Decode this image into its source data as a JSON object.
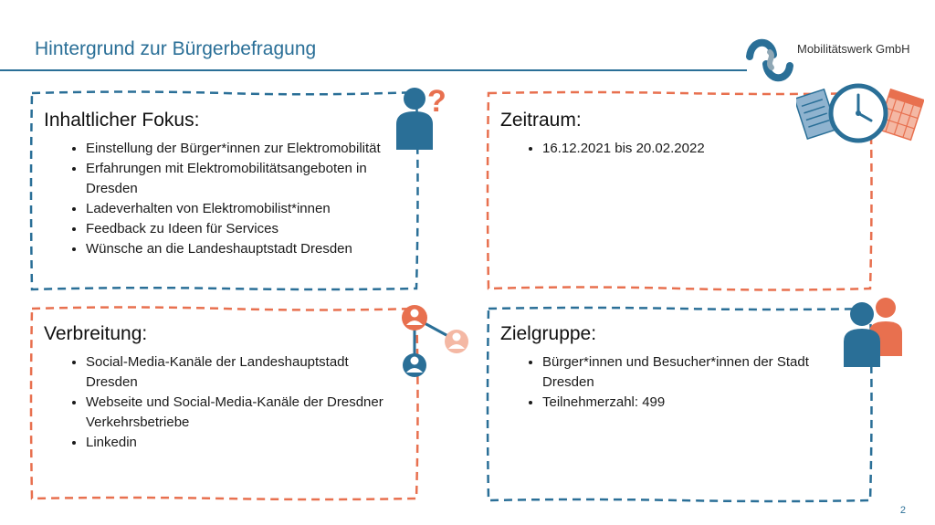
{
  "slide": {
    "title": "Hintergrund zur Bürgerbefragung",
    "brand_name": "Mobilitätswerk GmbH",
    "page_number": "2"
  },
  "colors": {
    "blue": "#2a6f97",
    "orange": "#e8704f",
    "peach": "#f4b8a4",
    "text": "#1a1a1a"
  },
  "boxes": {
    "fokus": {
      "heading": "Inhaltlicher Fokus:",
      "items": [
        "Einstellung der Bürger*innen zur Elektromobilität",
        "Erfahrungen mit Elektromobilitätsangeboten in Dresden",
        "Ladeverhalten von Elektromobilist*innen",
        "Feedback zu Ideen für Services",
        "Wünsche an die Landeshauptstadt Dresden"
      ],
      "icon": "person-question-icon"
    },
    "zeitraum": {
      "heading": "Zeitraum:",
      "items": [
        "16.12.2021 bis 20.02.2022"
      ],
      "icon": "clock-calendar-icon"
    },
    "verbreitung": {
      "heading": "Verbreitung:",
      "items": [
        "Social-Media-Kanäle der Landeshauptstadt Dresden",
        "Webseite und Social-Media-Kanäle der Dresdner Verkehrsbetriebe",
        "Linkedin"
      ],
      "icon": "network-people-icon"
    },
    "zielgruppe": {
      "heading": "Zielgruppe:",
      "items": [
        "Bürger*innen und Besucher*innen der Stadt Dresden",
        "Teilnehmerzahl: 499"
      ],
      "icon": "two-people-icon"
    }
  }
}
